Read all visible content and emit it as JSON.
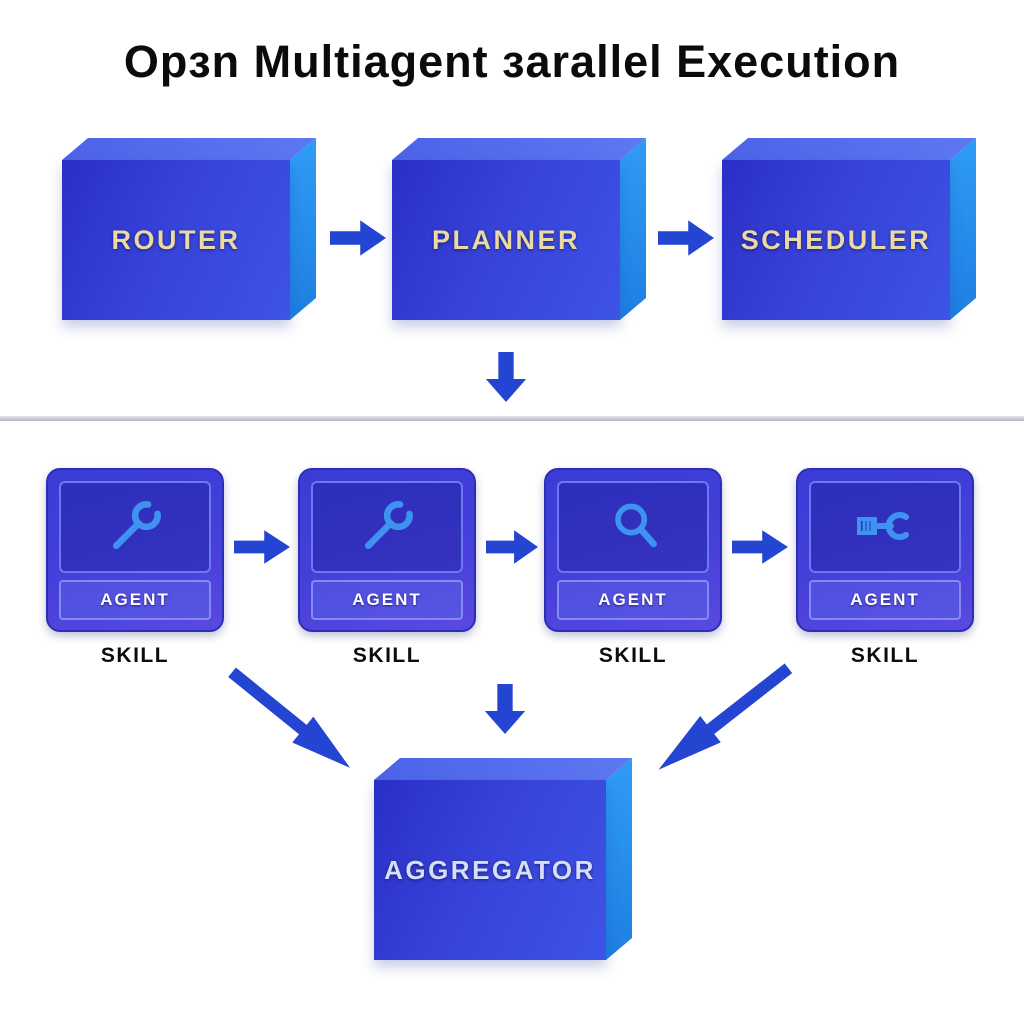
{
  "title": "Opзn Multiagent зarallel Execution",
  "pipeline_boxes": [
    {
      "label": "ROUTER"
    },
    {
      "label": "PLANNER"
    },
    {
      "label": "SCHEDULER"
    }
  ],
  "agents": [
    {
      "label": "AGENT",
      "skill": "SKILL",
      "icon": "wrench-icon"
    },
    {
      "label": "AGENT",
      "skill": "SKILL",
      "icon": "wrench-icon"
    },
    {
      "label": "AGENT",
      "skill": "SKILL",
      "icon": "magnifier-icon"
    },
    {
      "label": "AGENT",
      "skill": "SKILL",
      "icon": "ratchet-icon"
    }
  ],
  "aggregator": {
    "label": "AGGREGATOR"
  },
  "colors": {
    "box_front": "#2f3bd2",
    "box_top": "#5168ea",
    "box_side": "#2491f2",
    "arrow": "#2444d2",
    "box_label_gold": "#ead9a2",
    "aggregator_label": "#d6def8",
    "card_background": "#4440da",
    "card_icon_stroke": "#3f93f0",
    "agent_text": "#ffffff",
    "skill_text": "#0c0c0c"
  }
}
